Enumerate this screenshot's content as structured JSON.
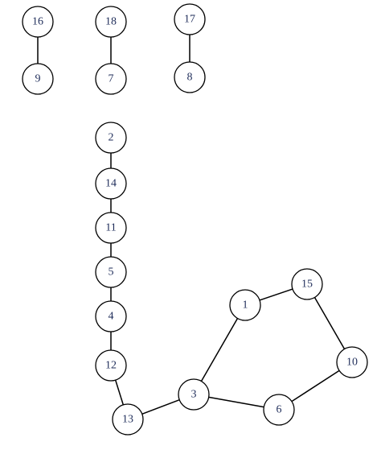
{
  "graph": {
    "node_labels": [
      "16",
      "9",
      "18",
      "7",
      "17",
      "8",
      "2",
      "14",
      "11",
      "5",
      "4",
      "12",
      "13",
      "3",
      "1",
      "15",
      "10",
      "6"
    ],
    "edges": [
      [
        "16",
        "9"
      ],
      [
        "18",
        "7"
      ],
      [
        "17",
        "8"
      ],
      [
        "2",
        "14"
      ],
      [
        "14",
        "11"
      ],
      [
        "11",
        "5"
      ],
      [
        "5",
        "4"
      ],
      [
        "4",
        "12"
      ],
      [
        "12",
        "13"
      ],
      [
        "13",
        "3"
      ],
      [
        "3",
        "1"
      ],
      [
        "1",
        "15"
      ],
      [
        "15",
        "10"
      ],
      [
        "10",
        "6"
      ],
      [
        "6",
        "3"
      ]
    ],
    "colors": {
      "edge": "#000000",
      "node_stroke": "#000000",
      "node_fill": "#ffffff",
      "label": "#1f2d5a"
    }
  }
}
